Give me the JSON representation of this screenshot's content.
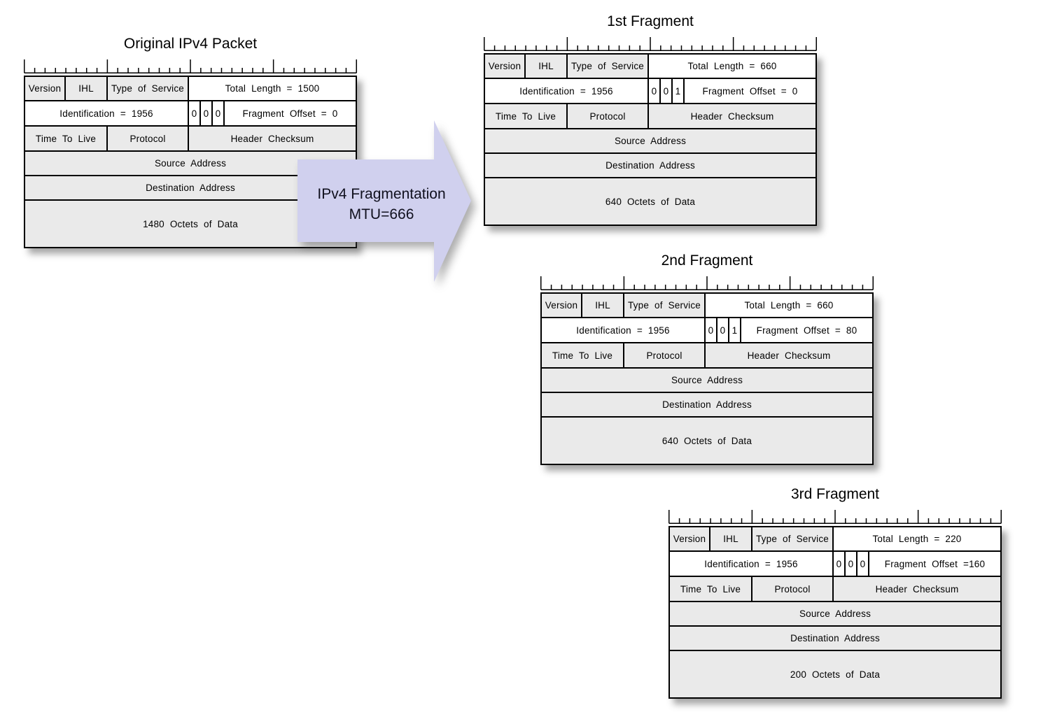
{
  "colors": {
    "cell_shaded": "#eaeaea",
    "cell_white": "#ffffff",
    "table_border": "#000000",
    "arrow_fill": "#d0d0ee",
    "text": "#000000"
  },
  "arrow": {
    "line1": "IPv4 Fragmentation",
    "line2": "MTU=666"
  },
  "packets": [
    {
      "title": "Original IPv4 Packet",
      "version": "Version",
      "ihl": "IHL",
      "tos": "Type of Service",
      "total_length": "Total Length = 1500",
      "identification": "Identification = 1956",
      "flags": [
        "0",
        "0",
        "0"
      ],
      "fragment_offset": "Fragment Offset = 0",
      "ttl": "Time To Live",
      "protocol": "Protocol",
      "checksum": "Header Checksum",
      "source": "Source Address",
      "destination": "Destination Address",
      "data": "1480 Octets of Data"
    },
    {
      "title": "1st Fragment",
      "version": "Version",
      "ihl": "IHL",
      "tos": "Type of Service",
      "total_length": "Total Length = 660",
      "identification": "Identification = 1956",
      "flags": [
        "0",
        "0",
        "1"
      ],
      "fragment_offset": "Fragment Offset = 0",
      "ttl": "Time To Live",
      "protocol": "Protocol",
      "checksum": "Header Checksum",
      "source": "Source Address",
      "destination": "Destination Address",
      "data": "640 Octets of Data"
    },
    {
      "title": "2nd Fragment",
      "version": "Version",
      "ihl": "IHL",
      "tos": "Type of Service",
      "total_length": "Total Length = 660",
      "identification": "Identification = 1956",
      "flags": [
        "0",
        "0",
        "1"
      ],
      "fragment_offset": "Fragment Offset = 80",
      "ttl": "Time To Live",
      "protocol": "Protocol",
      "checksum": "Header Checksum",
      "source": "Source Address",
      "destination": "Destination Address",
      "data": "640 Octets of Data"
    },
    {
      "title": "3rd Fragment",
      "version": "Version",
      "ihl": "IHL",
      "tos": "Type of Service",
      "total_length": "Total Length = 220",
      "identification": "Identification = 1956",
      "flags": [
        "0",
        "0",
        "0"
      ],
      "fragment_offset": "Fragment Offset =160",
      "ttl": "Time To Live",
      "protocol": "Protocol",
      "checksum": "Header Checksum",
      "source": "Source Address",
      "destination": "Destination Address",
      "data": "200 Octets of Data"
    }
  ]
}
